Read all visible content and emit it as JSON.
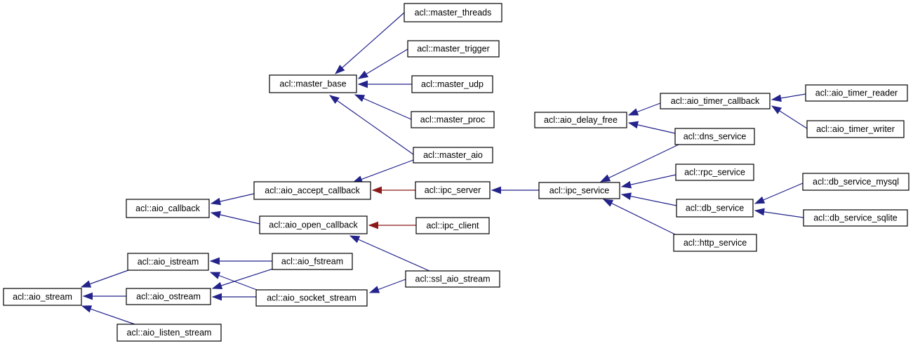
{
  "diagram": {
    "type": "class-inheritance-graph",
    "colors": {
      "public_inheritance_arrow": "#23238b",
      "private_inheritance_arrow": "#8b1a1a",
      "node_border": "#000000",
      "node_fill": "#ffffff",
      "node_text": "#000000",
      "background": "#ffffff"
    },
    "nodes": [
      {
        "id": "master_threads",
        "label": "acl::master_threads"
      },
      {
        "id": "master_trigger",
        "label": "acl::master_trigger"
      },
      {
        "id": "master_udp",
        "label": "acl::master_udp"
      },
      {
        "id": "master_proc",
        "label": "acl::master_proc"
      },
      {
        "id": "master_aio",
        "label": "acl::master_aio"
      },
      {
        "id": "master_base",
        "label": "acl::master_base"
      },
      {
        "id": "aio_accept_callback",
        "label": "acl::aio_accept_callback"
      },
      {
        "id": "aio_open_callback",
        "label": "acl::aio_open_callback"
      },
      {
        "id": "aio_callback",
        "label": "acl::aio_callback"
      },
      {
        "id": "ipc_server",
        "label": "acl::ipc_server"
      },
      {
        "id": "ipc_client",
        "label": "acl::ipc_client"
      },
      {
        "id": "ipc_service",
        "label": "acl::ipc_service"
      },
      {
        "id": "aio_delay_free",
        "label": "acl::aio_delay_free"
      },
      {
        "id": "aio_timer_callback",
        "label": "acl::aio_timer_callback"
      },
      {
        "id": "dns_service",
        "label": "acl::dns_service"
      },
      {
        "id": "rpc_service",
        "label": "acl::rpc_service"
      },
      {
        "id": "db_service",
        "label": "acl::db_service"
      },
      {
        "id": "http_service",
        "label": "acl::http_service"
      },
      {
        "id": "aio_timer_reader",
        "label": "acl::aio_timer_reader"
      },
      {
        "id": "aio_timer_writer",
        "label": "acl::aio_timer_writer"
      },
      {
        "id": "db_service_mysql",
        "label": "acl::db_service_mysql"
      },
      {
        "id": "db_service_sqlite",
        "label": "acl::db_service_sqlite"
      },
      {
        "id": "aio_stream",
        "label": "acl::aio_stream"
      },
      {
        "id": "aio_istream",
        "label": "acl::aio_istream"
      },
      {
        "id": "aio_ostream",
        "label": "acl::aio_ostream"
      },
      {
        "id": "aio_listen_stream",
        "label": "acl::aio_listen_stream"
      },
      {
        "id": "aio_fstream",
        "label": "acl::aio_fstream"
      },
      {
        "id": "aio_socket_stream",
        "label": "acl::aio_socket_stream"
      },
      {
        "id": "ssl_aio_stream",
        "label": "acl::ssl_aio_stream"
      }
    ],
    "edges": [
      {
        "from": "master_threads",
        "to": "master_base",
        "relation": "public"
      },
      {
        "from": "master_trigger",
        "to": "master_base",
        "relation": "public"
      },
      {
        "from": "master_udp",
        "to": "master_base",
        "relation": "public"
      },
      {
        "from": "master_proc",
        "to": "master_base",
        "relation": "public"
      },
      {
        "from": "master_aio",
        "to": "master_base",
        "relation": "public"
      },
      {
        "from": "master_aio",
        "to": "aio_accept_callback",
        "relation": "public"
      },
      {
        "from": "aio_accept_callback",
        "to": "aio_callback",
        "relation": "public"
      },
      {
        "from": "aio_open_callback",
        "to": "aio_callback",
        "relation": "public"
      },
      {
        "from": "ssl_aio_stream",
        "to": "aio_open_callback",
        "relation": "public"
      },
      {
        "from": "ssl_aio_stream",
        "to": "aio_socket_stream",
        "relation": "public"
      },
      {
        "from": "ipc_service",
        "to": "ipc_server",
        "relation": "public"
      },
      {
        "from": "aio_timer_callback",
        "to": "aio_delay_free",
        "relation": "public"
      },
      {
        "from": "dns_service",
        "to": "aio_delay_free",
        "relation": "public"
      },
      {
        "from": "dns_service",
        "to": "ipc_service",
        "relation": "public"
      },
      {
        "from": "rpc_service",
        "to": "ipc_service",
        "relation": "public"
      },
      {
        "from": "db_service",
        "to": "ipc_service",
        "relation": "public"
      },
      {
        "from": "http_service",
        "to": "ipc_service",
        "relation": "public"
      },
      {
        "from": "aio_timer_reader",
        "to": "aio_timer_callback",
        "relation": "public"
      },
      {
        "from": "aio_timer_writer",
        "to": "aio_timer_callback",
        "relation": "public"
      },
      {
        "from": "db_service_mysql",
        "to": "db_service",
        "relation": "public"
      },
      {
        "from": "db_service_sqlite",
        "to": "db_service",
        "relation": "public"
      },
      {
        "from": "aio_istream",
        "to": "aio_stream",
        "relation": "public"
      },
      {
        "from": "aio_ostream",
        "to": "aio_stream",
        "relation": "public"
      },
      {
        "from": "aio_listen_stream",
        "to": "aio_stream",
        "relation": "public"
      },
      {
        "from": "aio_fstream",
        "to": "aio_istream",
        "relation": "public"
      },
      {
        "from": "aio_fstream",
        "to": "aio_ostream",
        "relation": "public"
      },
      {
        "from": "aio_socket_stream",
        "to": "aio_istream",
        "relation": "public"
      },
      {
        "from": "aio_socket_stream",
        "to": "aio_ostream",
        "relation": "public"
      },
      {
        "from": "ipc_server",
        "to": "aio_accept_callback",
        "relation": "private"
      },
      {
        "from": "ipc_client",
        "to": "aio_open_callback",
        "relation": "private"
      }
    ]
  }
}
